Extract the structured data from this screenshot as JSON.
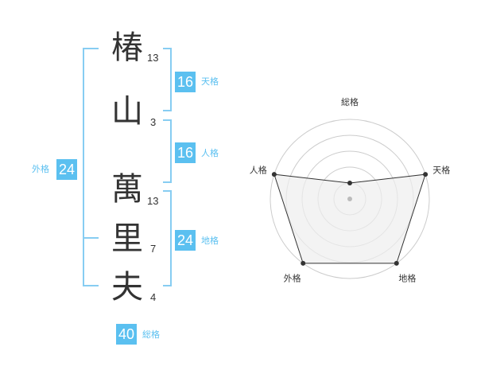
{
  "name_chars": [
    {
      "char": "椿",
      "strokes": "13"
    },
    {
      "char": "山",
      "strokes": "3"
    },
    {
      "char": "萬",
      "strokes": "13"
    },
    {
      "char": "里",
      "strokes": "7"
    },
    {
      "char": "夫",
      "strokes": "4"
    }
  ],
  "kaku": {
    "tenkaku": {
      "value": "16",
      "label": "天格"
    },
    "jinkaku": {
      "value": "16",
      "label": "人格"
    },
    "chikaku": {
      "value": "24",
      "label": "地格"
    },
    "gaikaku": {
      "value": "24",
      "label": "外格"
    },
    "soukaku": {
      "value": "40",
      "label": "総格"
    }
  },
  "colors": {
    "badge": "#5bc0f0",
    "bracket": "#87cdf2",
    "radar_fill": "#eeeeee",
    "radar_line": "#333333",
    "grid": "#cccccc"
  },
  "chart_data": {
    "type": "radar",
    "axes": [
      "総格",
      "天格",
      "地格",
      "外格",
      "人格"
    ],
    "values": [
      1,
      5,
      5,
      5,
      5
    ],
    "rlim": [
      0,
      5
    ],
    "grid_rings": 5
  }
}
